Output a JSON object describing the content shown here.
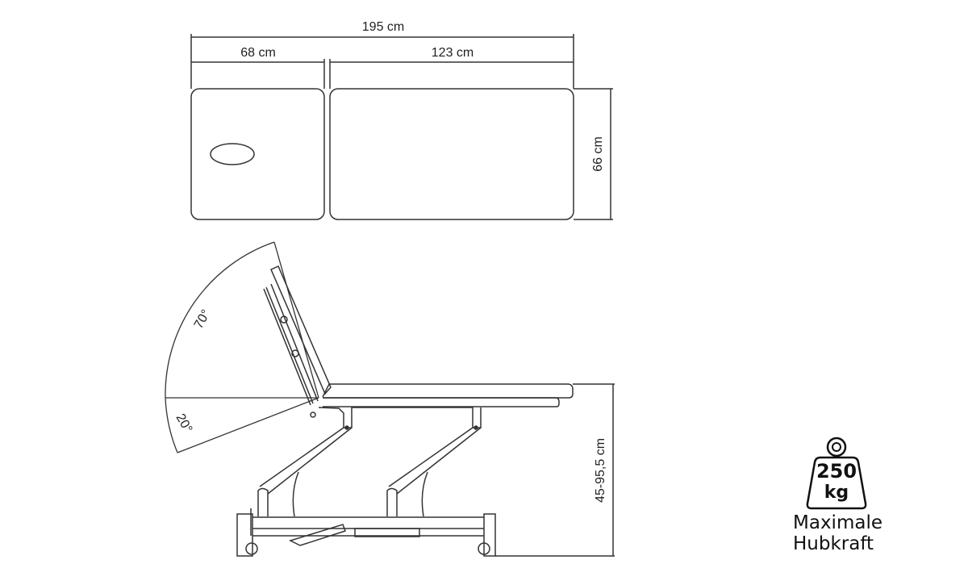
{
  "top_view": {
    "total_length": "195 cm",
    "head_section_length": "68 cm",
    "body_section_length": "123 cm",
    "width": "66 cm"
  },
  "side_view": {
    "backrest_up_angle": "70°",
    "backrest_down_angle": "20°",
    "height_range": "45-95,5 cm"
  },
  "load_badge": {
    "icon": "weight-icon",
    "value": "250",
    "unit": "kg",
    "caption_line1": "Maximale",
    "caption_line2": "Hubkraft"
  },
  "colors": {
    "line": "#333333",
    "background": "#ffffff"
  }
}
